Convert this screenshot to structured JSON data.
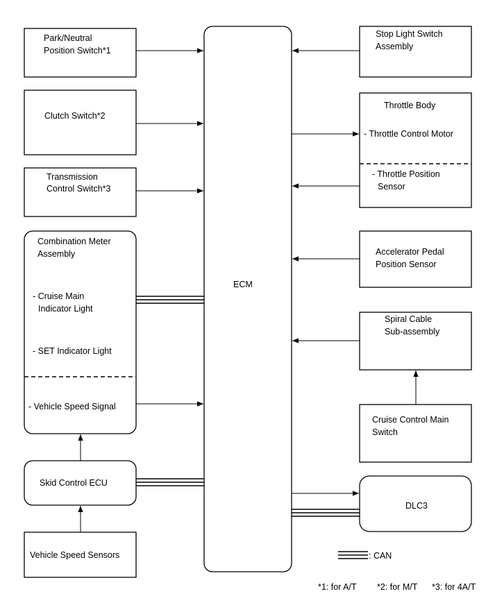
{
  "ecm": "ECM",
  "left": {
    "park_neutral": [
      "Park/Neutral",
      "Position Switch*1"
    ],
    "clutch": "Clutch Switch*2",
    "transmission": [
      "Transmission",
      "Control Switch*3"
    ],
    "combination_meter": {
      "title": [
        "Combination Meter",
        "Assembly"
      ],
      "cruise_main": [
        "- Cruise Main",
        "Indicator Light"
      ],
      "set_light": "- SET Indicator Light",
      "speed_signal": "- Vehicle Speed Signal"
    },
    "skid_control": "Skid Control ECU",
    "speed_sensors": "Vehicle Speed Sensors"
  },
  "right": {
    "stop_light": [
      "Stop Light Switch",
      "Assembly"
    ],
    "throttle_body": {
      "title": "Throttle Body",
      "motor": "- Throttle Control Motor",
      "position": [
        "- Throttle Position",
        "Sensor"
      ]
    },
    "accelerator": [
      "Accelerator Pedal",
      "Position Sensor"
    ],
    "spiral_cable": [
      "Spiral Cable",
      "Sub-assembly"
    ],
    "cruise_switch": [
      "Cruise Control Main",
      "Switch"
    ],
    "dlc3": "DLC3"
  },
  "legend": {
    "can": ": CAN"
  },
  "footnotes": [
    "*1: for A/T",
    "*2: for M/T",
    "*3: for 4A/T"
  ]
}
